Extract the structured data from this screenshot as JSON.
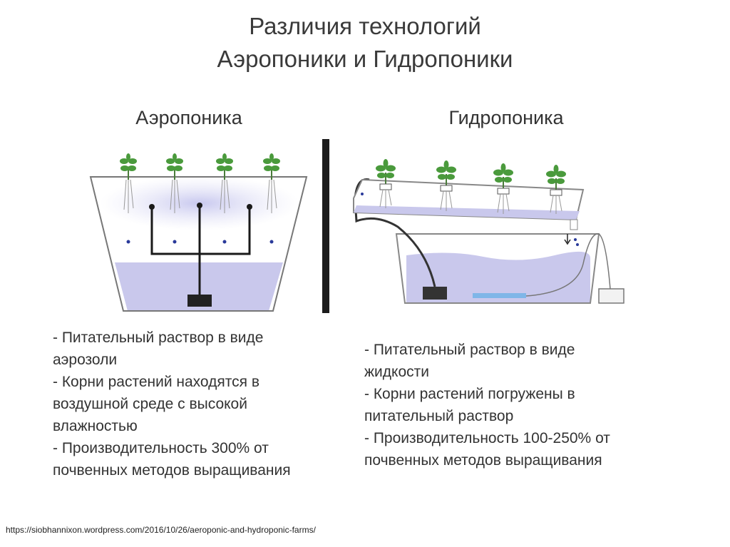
{
  "title": {
    "line1": "Различия технологий",
    "line2": "Аэропоники и Гидропоники"
  },
  "aeroponics": {
    "heading": "Аэропоника",
    "lines": [
      "- Питательный раствор в виде",
      "аэрозоли",
      "- Корни растений находятся в",
      "воздушной среде с высокой",
      "влажностью",
      "- Производительность 300% от",
      "почвенных методов выращивания"
    ]
  },
  "hydroponics": {
    "heading": "Гидропоника",
    "lines": [
      "- Питательный раствор в виде",
      "жидкости",
      "- Корни растений погружены в",
      "питательный раствор",
      "- Производительность 100-250% от",
      "почвенных методов выращивания"
    ]
  },
  "source": "https://siobhannixon.wordpress.com/2016/10/26/aeroponic-and-hydroponic-farms/",
  "colors": {
    "solution": "#c9c8ec",
    "mist": "#d8d8f2",
    "plant": "#4a9a3c",
    "pipe": "#1a1a1a",
    "divider": "#1c1c1c"
  }
}
